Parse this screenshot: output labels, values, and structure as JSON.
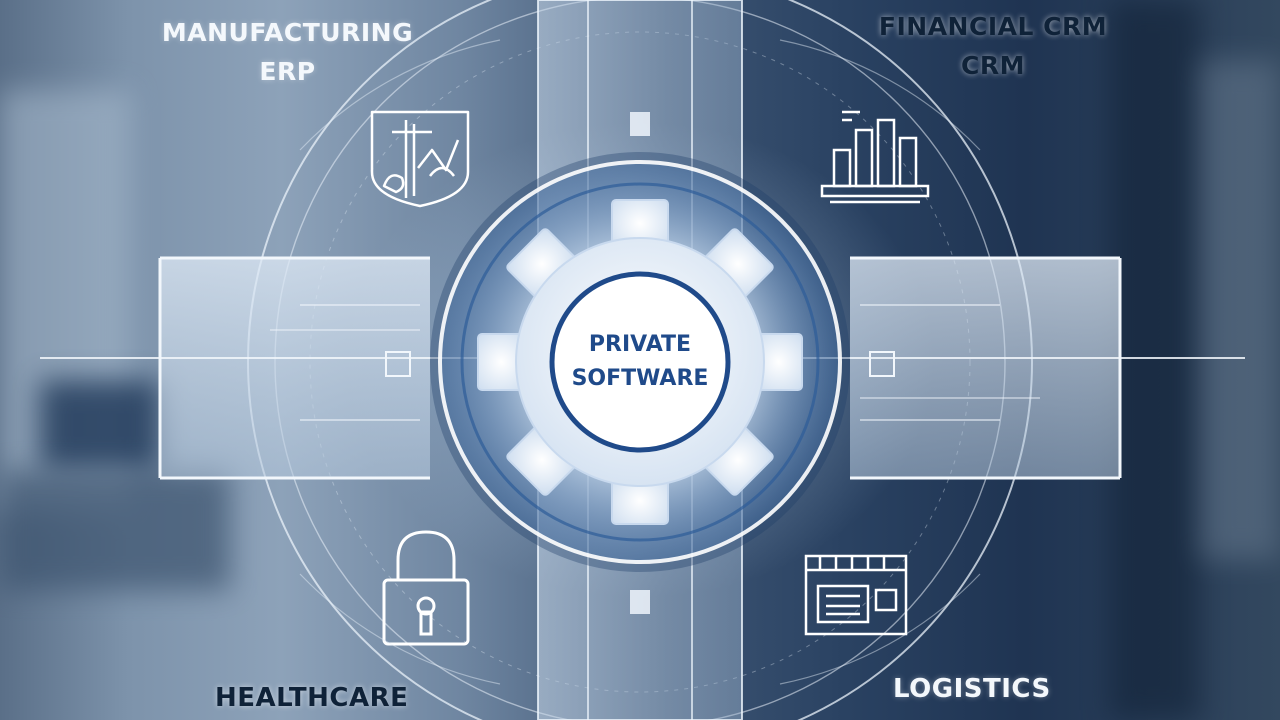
{
  "labels": {
    "manufacturing_line1": "MANUFACTURING",
    "manufacturing_line2": "ERP",
    "financial_line1": "FINANCIAL CRM",
    "financial_line2": "CRM",
    "healthcare": "HEALTHCARE",
    "logistics": "LOGISTICS"
  },
  "center": {
    "line1": "PRIVATE",
    "line2": "SOFTWARE"
  },
  "colors": {
    "accent_blue": "#1f4a8a",
    "glow": "#dbe9f8",
    "line": "#eef5fc"
  },
  "icons": {
    "manufacturing": "factory-shield-icon",
    "financial": "bar-chart-icon",
    "healthcare": "padlock-icon",
    "logistics": "warehouse-icon",
    "center": "gear-icon"
  }
}
